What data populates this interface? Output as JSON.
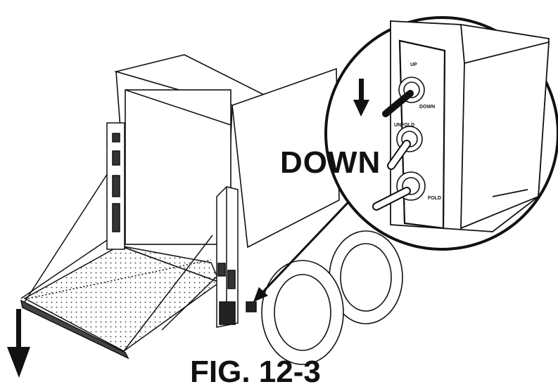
{
  "callout_label": "DOWN",
  "figure_caption": "FIG. 12-3",
  "switch_labels": {
    "up": "UP",
    "down": "DOWN",
    "fold": "FOLD",
    "unfold": "UNFOLD"
  }
}
